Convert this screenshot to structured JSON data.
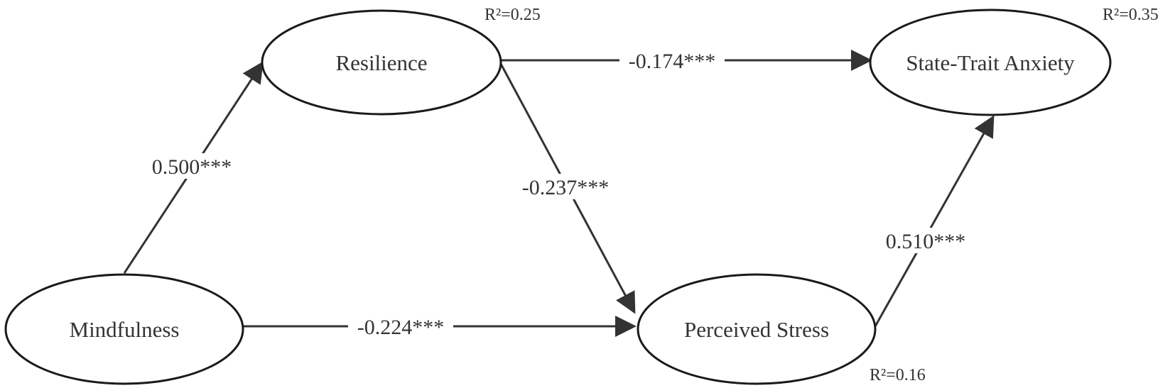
{
  "nodes": {
    "resilience": {
      "label": "Resilience",
      "r2": "R²=0.25"
    },
    "anxiety": {
      "label": "State-Trait Anxiety",
      "r2": "R²=0.35"
    },
    "mindfulness": {
      "label": "Mindfulness"
    },
    "stress": {
      "label": "Perceived Stress",
      "r2": "R²=0.16"
    }
  },
  "edges": {
    "mindfulness_resilience": {
      "label": "0.500***"
    },
    "resilience_anxiety": {
      "label": "-0.174***"
    },
    "resilience_stress": {
      "label": "-0.237***"
    },
    "mindfulness_stress": {
      "label": "-0.224***"
    },
    "stress_anxiety": {
      "label": "0.510***"
    }
  },
  "colors": {
    "stroke": "#333333",
    "text": "#333333",
    "background": "#ffffff"
  }
}
